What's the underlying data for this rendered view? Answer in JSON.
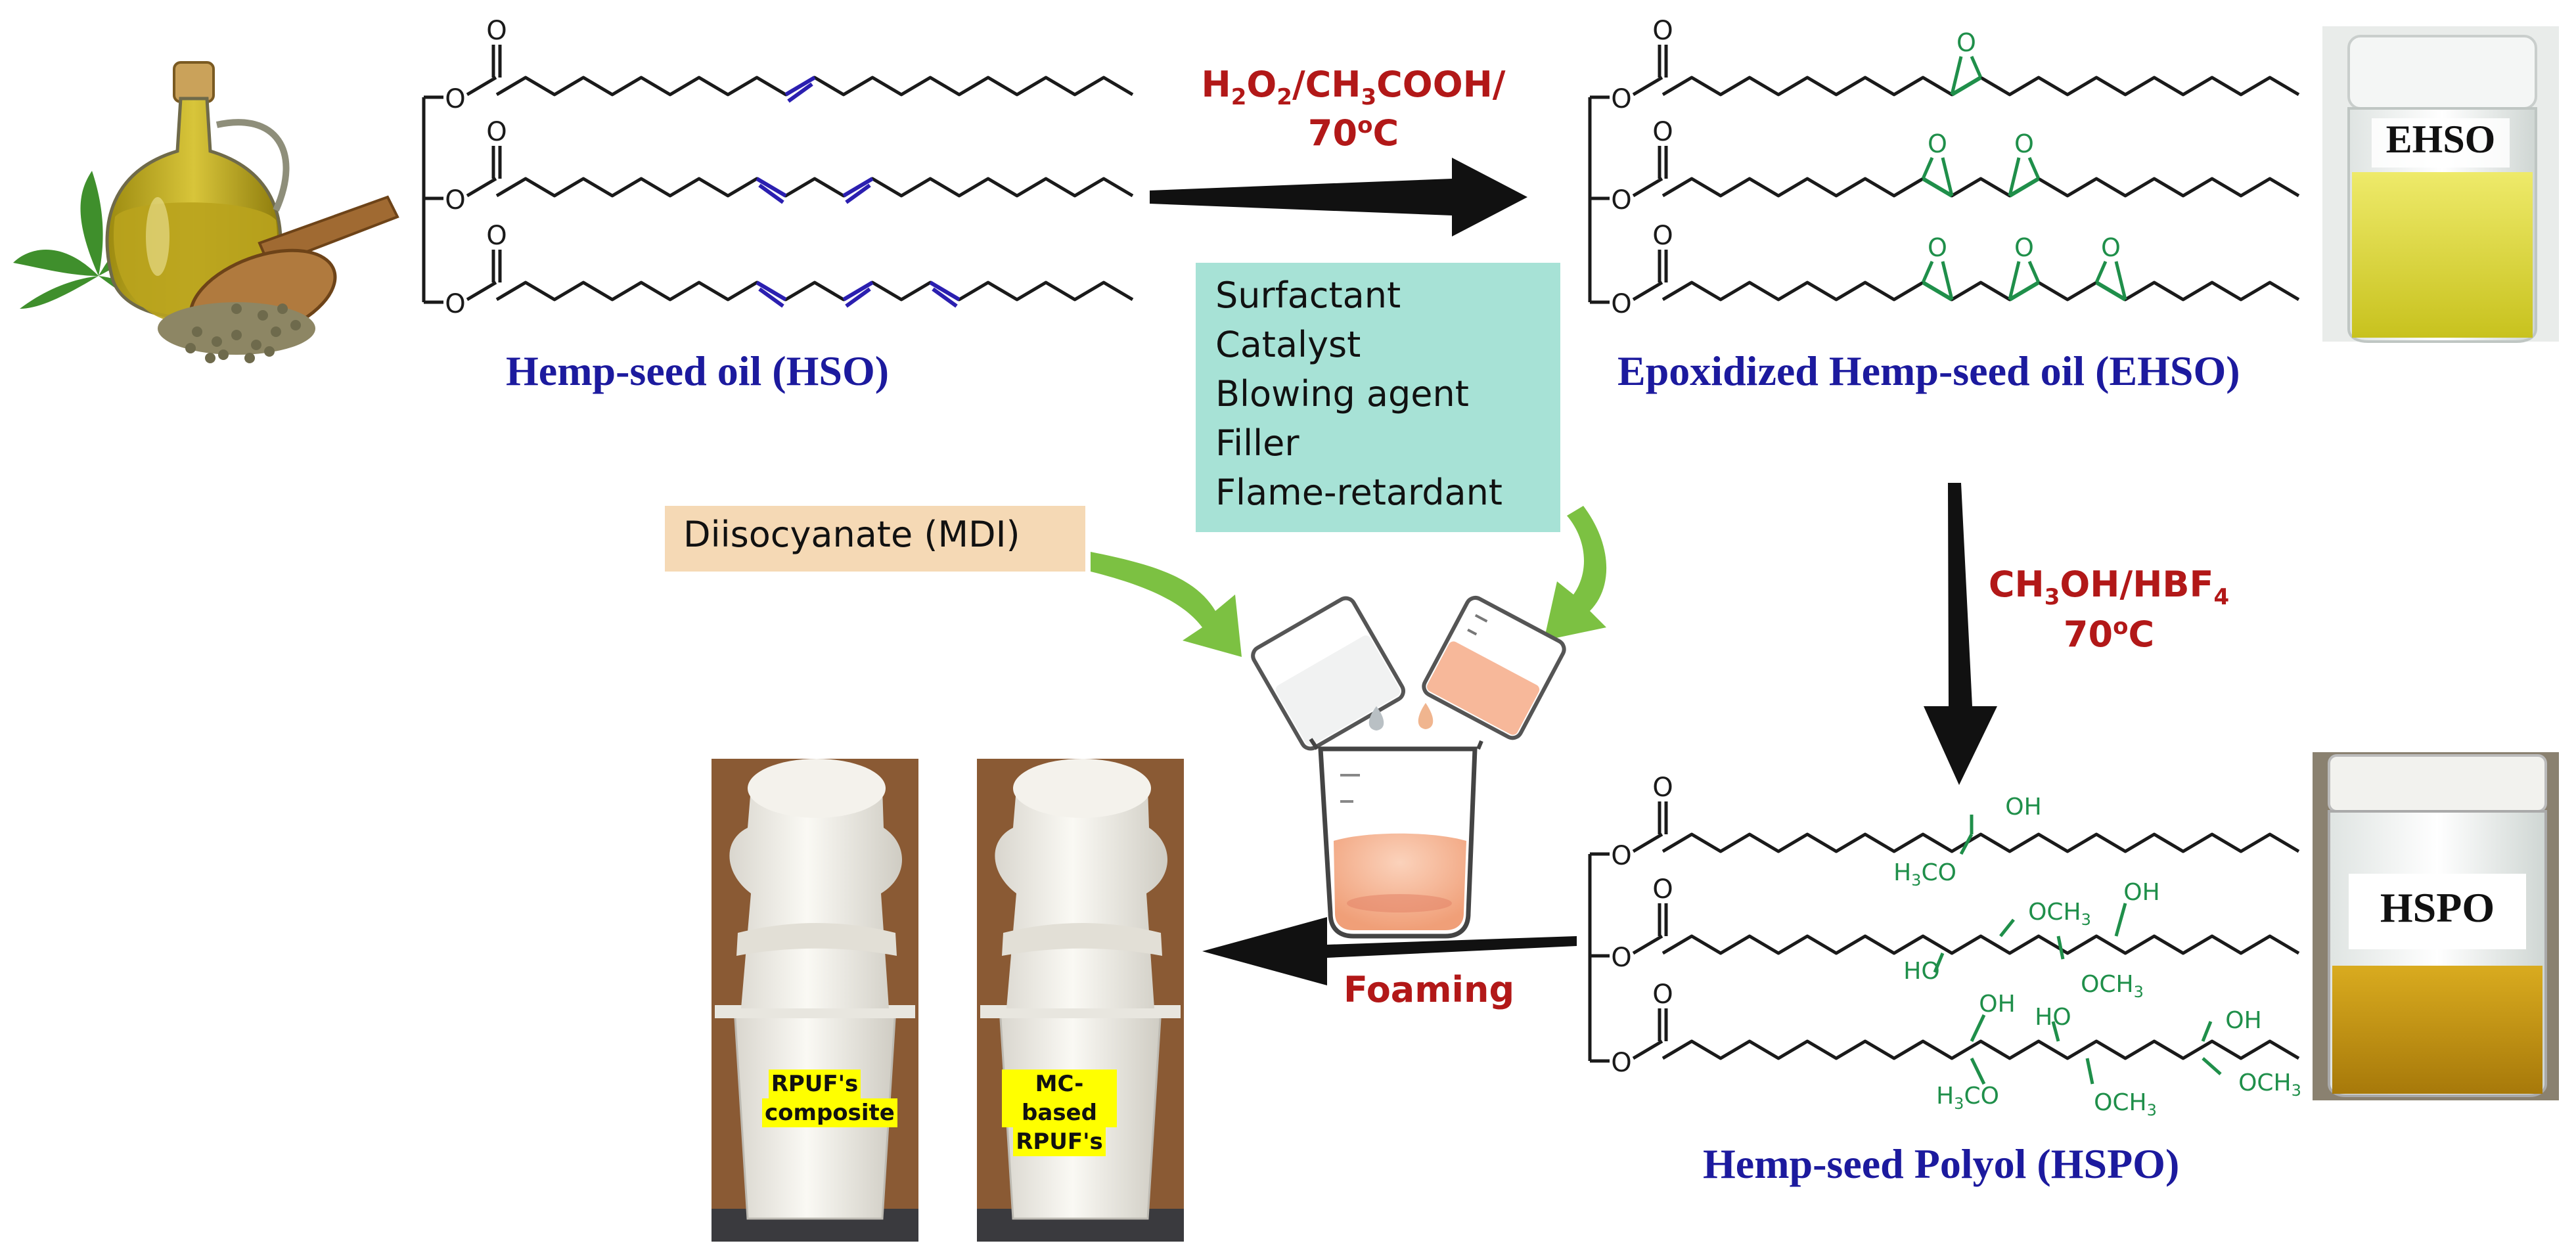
{
  "colors": {
    "chain": "#1a1a1a",
    "double_bond": "#2b1fb0",
    "epoxide": "#1f8f4a",
    "reagent": "#b21818",
    "compound_name": "#1c1a9e",
    "arrow": "#111111",
    "green_arrow": "#7cc142",
    "teal_box": "#a7e2d6",
    "tan_box": "#f5d9b5",
    "oil": "#c9b21c",
    "ehso_oil": "#e4e04a",
    "hspo_oil": "#c99a10",
    "foam": "#f2f0ea",
    "photo_bg": "#8a5a34",
    "badge": "#ffff00"
  },
  "compounds": {
    "hso": {
      "name": "Hemp-seed oil (HSO)",
      "oxygen_symbol": "O"
    },
    "ehso": {
      "name": "Epoxidized Hemp-seed oil (EHSO)",
      "jar_label": "EHSO",
      "oxygen_symbol": "O"
    },
    "hspo": {
      "name": "Hemp-seed Polyol (HSPO)",
      "jar_label": "HSPO",
      "oxygen_symbol": "O",
      "groups": {
        "oh": "OH",
        "ho": "HO",
        "och3": "OCH3",
        "h3co": "H3CO"
      }
    }
  },
  "reactions": {
    "epoxidation": {
      "line1": "H2O2/CH3COOH/",
      "line2": "70oC"
    },
    "methanolysis": {
      "line1": "CH3OH/HBF4",
      "line2": "70oC"
    },
    "foaming": {
      "label": "Foaming"
    }
  },
  "additives": {
    "items": [
      "Surfactant",
      "Catalyst",
      "Blowing agent",
      "Filler",
      "Flame-retardant"
    ]
  },
  "diisocyanate": {
    "label": "Diisocyanate (MDI)"
  },
  "foams": [
    {
      "badge_line1": "RPUF's",
      "badge_line2": "composite"
    },
    {
      "badge_line1": "MC-based",
      "badge_line2": "RPUF's"
    }
  ]
}
